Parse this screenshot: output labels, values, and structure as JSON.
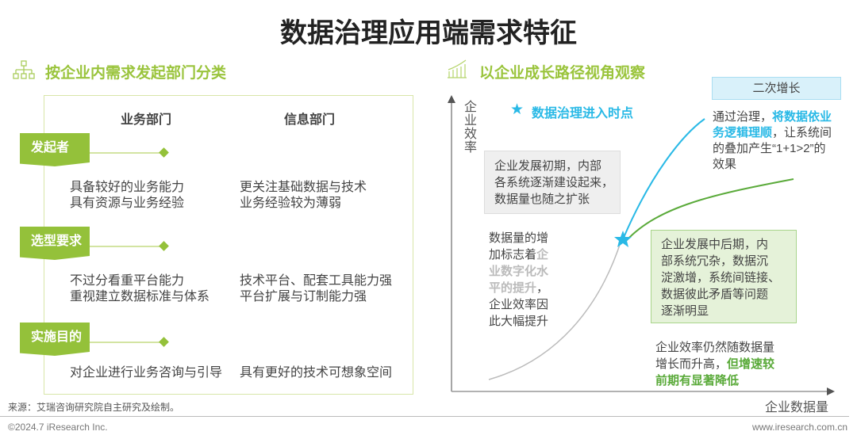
{
  "title": "数据治理应用端需求特征",
  "left": {
    "heading": "按企业内需求发起部门分类",
    "columns": [
      "业务部门",
      "信息部门"
    ],
    "rows": [
      {
        "tag": "发起者",
        "business": "具备较好的业务能力\n具有资源与业务经验",
        "info": "更关注基础数据与技术\n业务经验较为薄弱"
      },
      {
        "tag": "选型要求",
        "business": "不过分看重平台能力\n重视建立数据标准与体系",
        "info": "技术平台、配套工具能力强\n平台扩展与订制能力强"
      },
      {
        "tag": "实施目的",
        "business": "对企业进行业务咨询与引导",
        "info": "具有更好的技术可想象空间"
      }
    ]
  },
  "right": {
    "heading": "以企业成长路径视角观察",
    "y_axis": "企业效率",
    "x_axis": "企业数据量",
    "legend": "数据治理进入时点",
    "second_growth": "二次增长",
    "governance_a": "通过治理，",
    "governance_b": "将数据依业务逻辑理顺",
    "governance_c": "，让系统间的叠加产生“1+1>2”的效果",
    "early": "企业发展初期，内部\n各系统逐渐建设起来，\n数据量也随之扩张",
    "growth_a": "数据量的增\n加标志着",
    "growth_b": "企\n业数字化水\n平的提升",
    "growth_c": "，\n企业效率因\n此大幅提升",
    "later": "企业发展中后期，内\n部系统冗杂，数据沉\n淀激增，系统间链接、\n数据彼此矛盾等问题\n逐渐明显",
    "slow_a": "企业效率仍然随数据量\n增长而升高，",
    "slow_b": "但增速较\n前期有显著降低"
  },
  "footer": {
    "source": "来源：艾瑞咨询研究院自主研究及绘制。",
    "copyright": "©2024.7 iResearch Inc.",
    "website": "www.iresearch.com.cn"
  },
  "colors": {
    "green": "#94c13a",
    "cyan": "#29b9e6",
    "darkgreen": "#5aaa3a"
  }
}
